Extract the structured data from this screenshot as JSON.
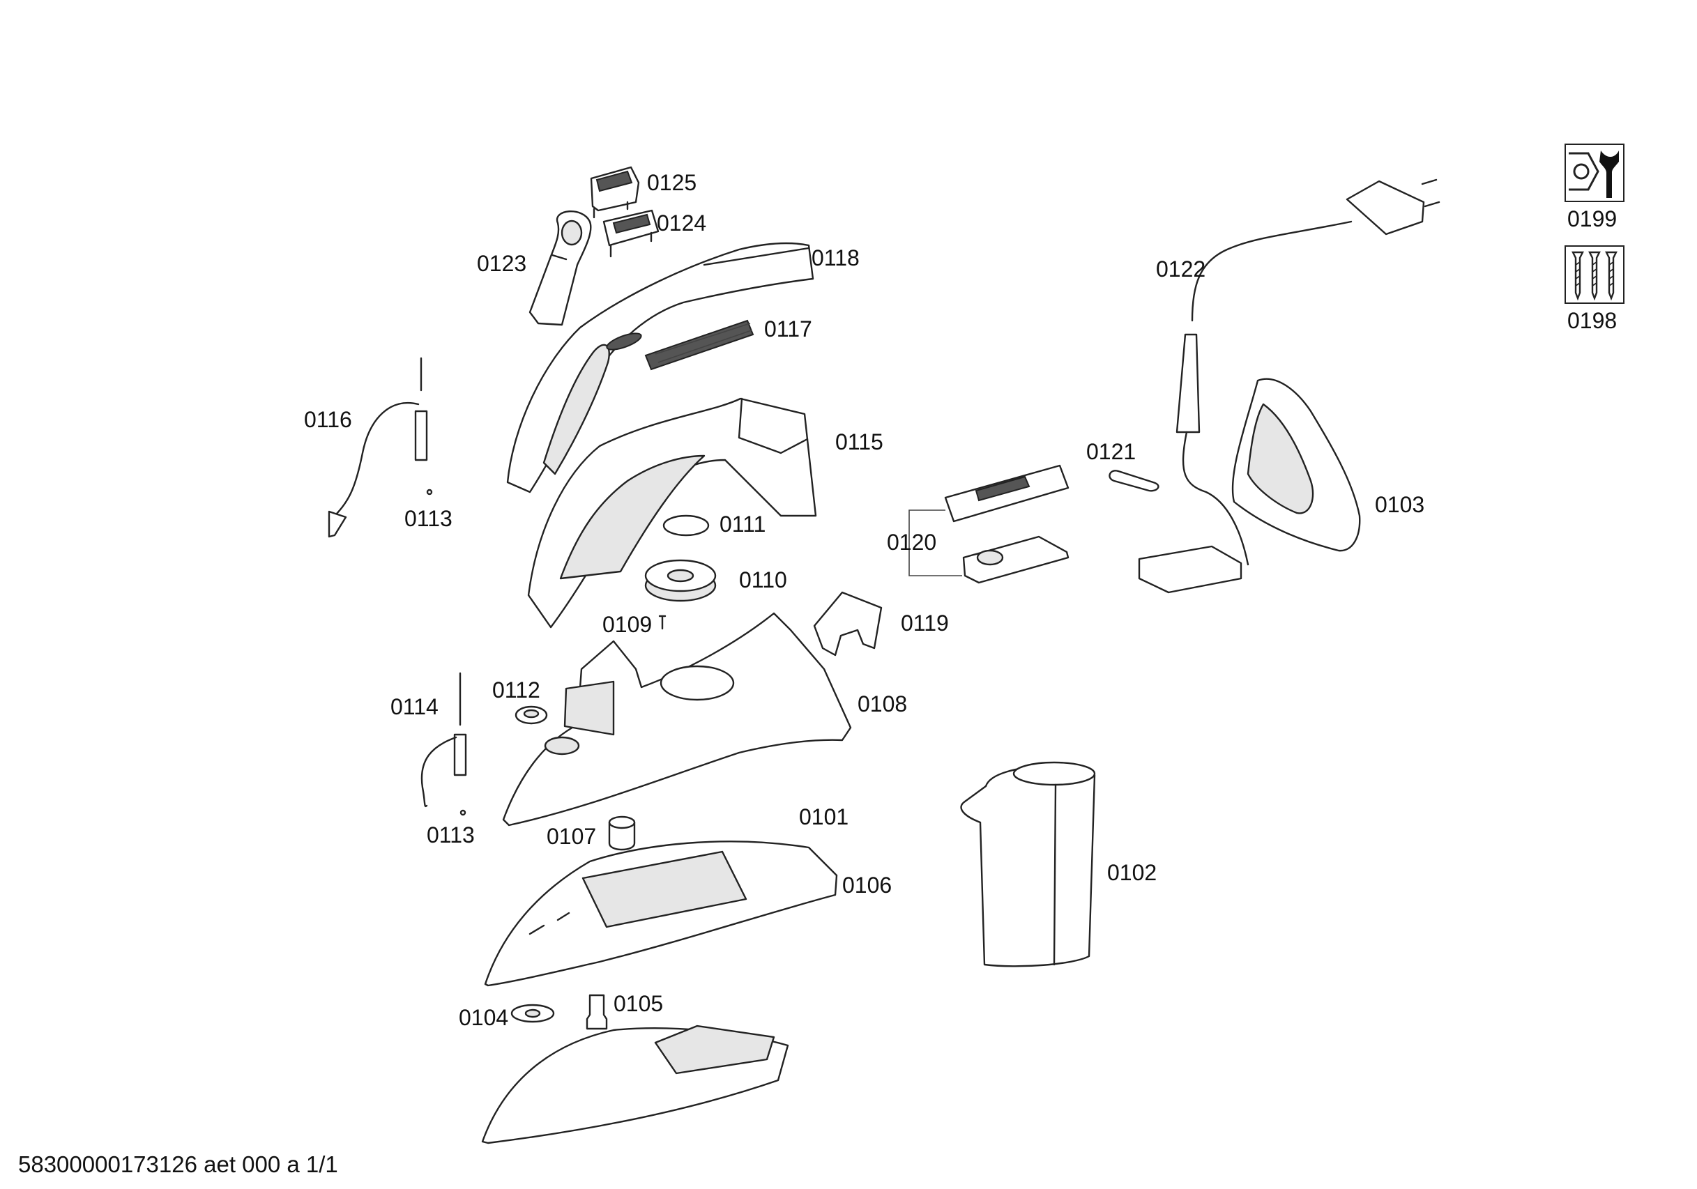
{
  "diagram": {
    "labels": {
      "p0101": "0101",
      "p0102": "0102",
      "p0103": "0103",
      "p0104": "0104",
      "p0105": "0105",
      "p0106": "0106",
      "p0107": "0107",
      "p0108": "0108",
      "p0109": "0109",
      "p0110": "0110",
      "p0111": "0111",
      "p0112": "0112",
      "p0113a": "0113",
      "p0113b": "0113",
      "p0114": "0114",
      "p0115": "0115",
      "p0116": "0116",
      "p0117": "0117",
      "p0118": "0118",
      "p0119": "0119",
      "p0120": "0120",
      "p0121": "0121",
      "p0122": "0122",
      "p0123": "0123",
      "p0124": "0124",
      "p0125": "0125",
      "p0198": "0198",
      "p0199": "0199"
    },
    "icons": {
      "p0199": "nut-and-wrench-icon",
      "p0198": "screws-icon"
    },
    "footer": "58300000173126 aet 000 a 1/1"
  }
}
